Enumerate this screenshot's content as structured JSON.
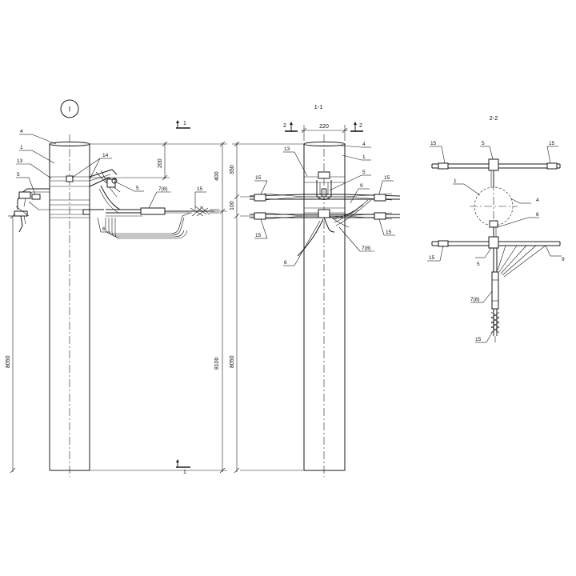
{
  "sheet_mark": "I",
  "section_titles": {
    "s11": "1-1",
    "s22": "2-2"
  },
  "section_marks": {
    "s1_top": "1",
    "s1_bottom": "1",
    "s2_left": "2",
    "s2_right": "2"
  },
  "dimensions": {
    "d200": "200",
    "d400": "400",
    "d8050_left": "8050",
    "d8100": "8100",
    "d350": "350",
    "d100": "100",
    "d8050_mid": "8050",
    "d220": "220"
  },
  "callouts_elevation": [
    "4",
    "1",
    "13",
    "14",
    "5",
    "5",
    "7(8)",
    "15",
    "6"
  ],
  "callouts_section11": [
    "13",
    "4",
    "1",
    "15",
    "5",
    "15",
    "9",
    "15",
    "15",
    "6",
    "7(8)"
  ],
  "callouts_section22": [
    "15",
    "5",
    "15",
    "1",
    "4",
    "6",
    "15",
    "5",
    "9",
    "7(8)",
    "15"
  ]
}
